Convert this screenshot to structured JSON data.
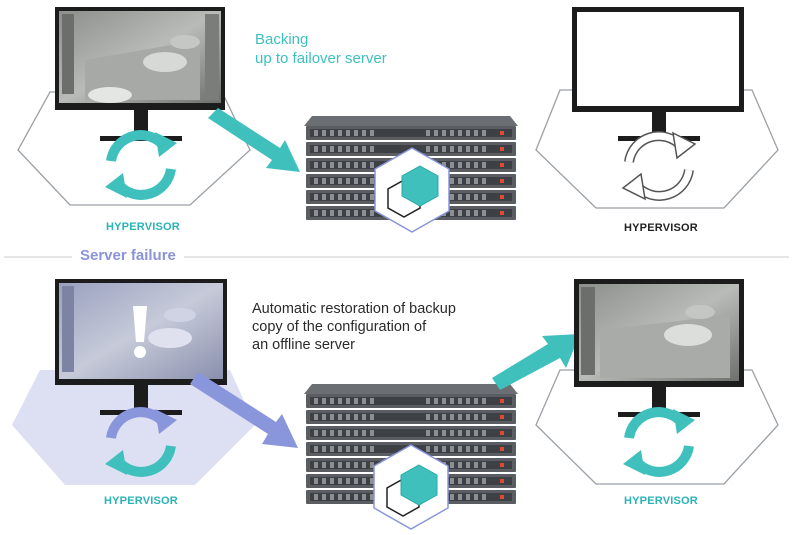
{
  "captions": {
    "backup": "Backing\nup to failover server",
    "restore": "Automatic restoration of backup\ncopy of the configuration of\nan offline server"
  },
  "section_label": "Server failure",
  "hypervisor_labels": [
    "HYPERVISOR",
    "HYPERVISOR",
    "HYPERVISOR",
    "HYPERVISOR"
  ],
  "colors": {
    "teal": "#3fc0bd",
    "teal_dark": "#2aa9a8",
    "failure_blue": "#8a96dc",
    "failure_fill": "#dde0f3",
    "outline": "#9aa0a6",
    "screen_dark": "#1c1c1c"
  },
  "icons": [
    "sync-icon",
    "alert-icon",
    "arrow-icon",
    "server-icon",
    "hexagon-icon"
  ]
}
